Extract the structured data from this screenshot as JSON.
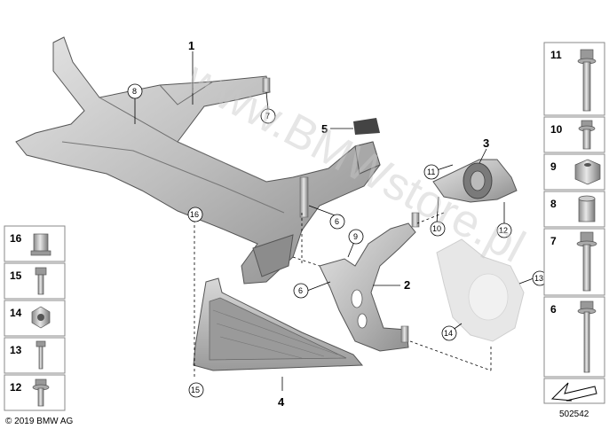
{
  "callouts": {
    "c1": "1",
    "c2": "2",
    "c3": "3",
    "c4": "4",
    "c5": "5",
    "c6a": "6",
    "c6b": "6",
    "c7": "7",
    "c8": "8",
    "c9": "9",
    "c10": "10",
    "c11": "11",
    "c12": "12",
    "c13": "13",
    "c14": "14",
    "c15": "15",
    "c16": "16"
  },
  "left_panel": {
    "items": [
      {
        "label": "16",
        "icon": "flange-sleeve-icon"
      },
      {
        "label": "15",
        "icon": "hex-bolt-icon"
      },
      {
        "label": "14",
        "icon": "hex-nut-icon"
      },
      {
        "label": "13",
        "icon": "screw-icon"
      },
      {
        "label": "12",
        "icon": "collar-bolt-icon"
      }
    ]
  },
  "right_panel": {
    "items": [
      {
        "label": "11",
        "icon": "long-bolt-icon"
      },
      {
        "label": "10",
        "icon": "short-collar-bolt-icon"
      },
      {
        "label": "9",
        "icon": "square-nut-icon"
      },
      {
        "label": "8",
        "icon": "sleeve-icon"
      },
      {
        "label": "7",
        "icon": "flange-bolt-icon"
      },
      {
        "label": "6",
        "icon": "very-long-bolt-icon"
      }
    ]
  },
  "watermark": "www.BMWstore.pl",
  "copyright": "© 2019 BMW AG",
  "diagram_number": "502542"
}
